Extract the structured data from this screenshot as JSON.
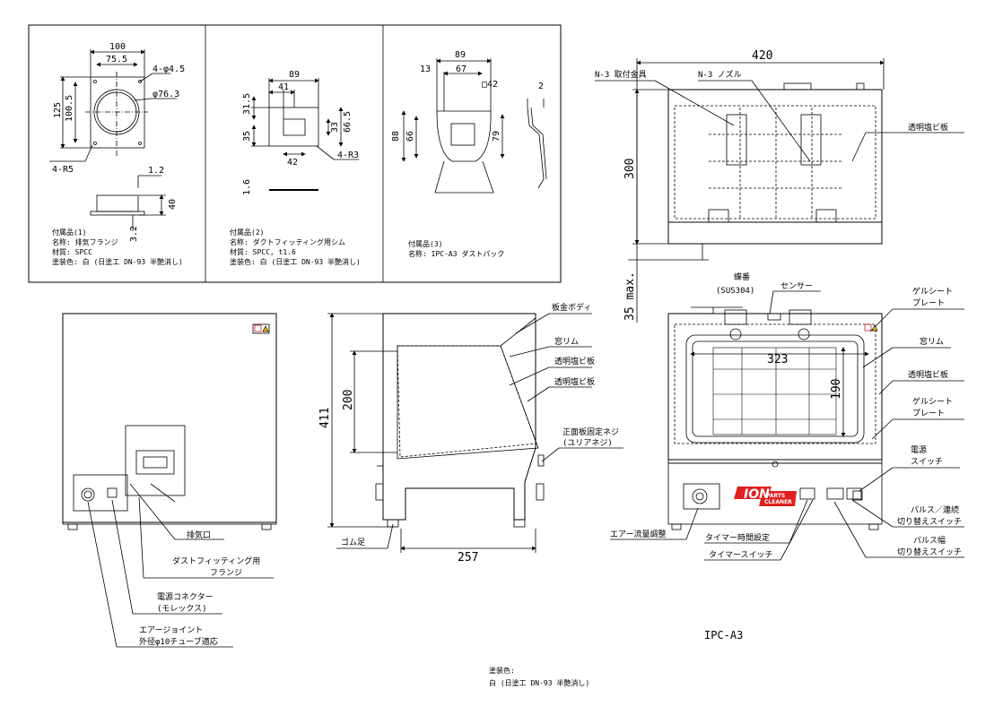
{
  "accessories": {
    "a1": {
      "dims": {
        "w100": "100",
        "w75": "75.5",
        "hole": "4-φ4.5",
        "dia": "φ76.3",
        "h125": "125",
        "h100": "100.5",
        "r5": "4-R5",
        "t12": "1.2",
        "h40": "40",
        "h32": "3.2"
      },
      "title": "付属品(1)",
      "name": "名称: 排気フランジ",
      "material": "材質: SPCC",
      "paint": "塗装色: 白 (日塗工 DN-93 半艶消し)"
    },
    "a2": {
      "dims": {
        "w89": "89",
        "w41": "41",
        "h315": "31.5",
        "h35": "35",
        "h33": "33",
        "h665": "66.5",
        "w42": "42",
        "r3": "4-R3",
        "t16": "1.6"
      },
      "title": "付属品(2)",
      "name": "名称: ダクトフィッティング用シム",
      "material": "材質: SPCC, t1.6",
      "paint": "塗装色: 白 (日塗工 DN-93 半艶消し)"
    },
    "a3": {
      "dims": {
        "w89": "89",
        "w13": "13",
        "w67": "67",
        "sq42": "□42",
        "t2": "2",
        "h88": "88",
        "h66": "66",
        "h79": "79"
      },
      "title": "付属品(3)",
      "name": "名称: IPC-A3 ダストパック"
    }
  },
  "top_view": {
    "width": "420",
    "depth": "300",
    "foot": "35 max.",
    "bracket_label": "N-3 取付金具",
    "nozzle_label": "N-3 ノズル",
    "pvc_label": "透明塩ビ板"
  },
  "rear_view": {
    "exhaust": "排気口",
    "flange": "ダストフィッティング用\nフランジ",
    "flange_l1": "ダストフィッティング用",
    "flange_l2": "フランジ",
    "connector_l1": "電源コネクター",
    "connector_l2": "(モレックス)",
    "joint_l1": "エアージョイント",
    "joint_l2": "外径φ10チューブ適応"
  },
  "side_view": {
    "height": "411",
    "window_h": "200",
    "depth": "257",
    "body": "板金ボディ",
    "rim": "窓リム",
    "pvc1": "透明塩ビ板",
    "pvc2": "透明塩ビ板",
    "screw_l1": "正面板固定ネジ",
    "screw_l2": "(ユリアネジ)",
    "foot": "ゴム足"
  },
  "front_view": {
    "hinge_l1": "蝶番",
    "hinge_l2": "(SUS304)",
    "sensor": "センサー",
    "gel1_l1": "ゲルシート",
    "gel1_l2": "プレート",
    "rim": "窓リム",
    "pvc": "透明塩ビ板",
    "gel2_l1": "ゲルシート",
    "gel2_l2": "プレート",
    "win_w": "323",
    "win_h": "190",
    "power_l1": "電源",
    "power_l2": "スイッチ",
    "pulse_l1": "パルス／連続",
    "pulse_l2": "切り替えスイッチ",
    "width_l1": "パルス幅",
    "width_l2": "切り替えスイッチ",
    "air": "エアー流量調整",
    "timer_set": "タイマー時間設定",
    "timer_sw": "タイマースイッチ",
    "brand": "ION",
    "brand_sub1": "PARTS",
    "brand_sub2": "CLEANER"
  },
  "model": "IPC-A3",
  "paint_note": {
    "l1": "塗装色:",
    "l2": "白 (日塗工 DN-93 半艶消し)"
  }
}
